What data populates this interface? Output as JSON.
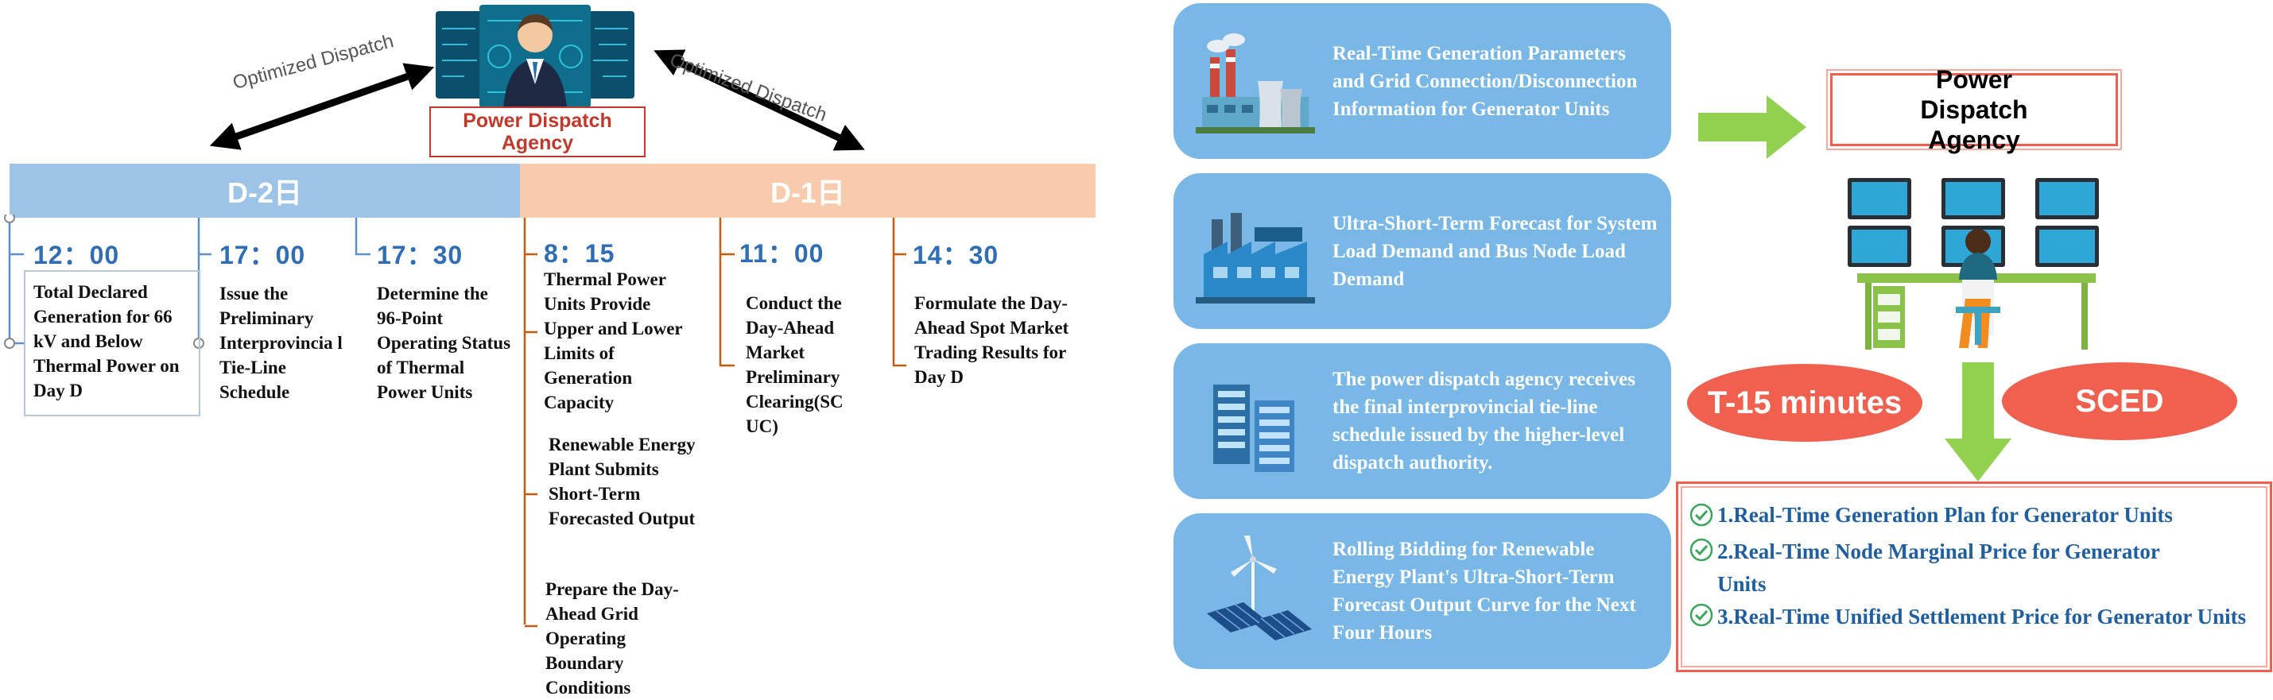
{
  "timeline": {
    "agency_label": "Power Dispatch Agency",
    "optimized_left": "Optimized Dispatch",
    "optimized_right": "Optimized Dispatch",
    "d2_label": "D-2日",
    "d1_label": "D-1日",
    "events": [
      {
        "time": "12：00",
        "desc": "Total Declared Generation for 66 kV and Below Thermal Power on Day D"
      },
      {
        "time": "17：00",
        "desc": "Issue the Preliminary Interprovincia l Tie-Line Schedule"
      },
      {
        "time": "17：30",
        "desc": "Determine the 96-Point Operating Status of Thermal Power Units"
      },
      {
        "time": "8：15",
        "desc": "Thermal Power Units Provide Upper and Lower Limits of Generation Capacity"
      },
      {
        "time": "11：00",
        "desc": "Conduct the Day-Ahead Market Preliminary Clearing(SC UC)"
      },
      {
        "time": "14：30",
        "desc": "Formulate the Day-Ahead Spot Market Trading Results for Day D"
      }
    ],
    "extra_events": [
      "Renewable Energy Plant Submits Short-Term Forecasted Output",
      "Prepare the Day-Ahead Grid Operating Boundary Conditions"
    ]
  },
  "inputs": {
    "cards": [
      {
        "text": "Real-Time Generation Parameters and Grid Connection/Disconnection Information for Generator Units",
        "icon": "power-plant-icon"
      },
      {
        "text": "Ultra-Short-Term Forecast for System Load Demand and Bus Node Load Demand",
        "icon": "factory-icon"
      },
      {
        "text": "The power dispatch agency receives the final interprovincial tie-line schedule issued by the higher-level dispatch authority.",
        "icon": "server-icon"
      },
      {
        "text": "Rolling Bidding for Renewable Energy Plant's Ultra-Short-Term Forecast Output Curve for the Next Four Hours",
        "icon": "renewable-icon"
      }
    ]
  },
  "dispatch": {
    "agency_label": "Power Dispatch Agency",
    "t15": "T-15 minutes",
    "sced": "SCED"
  },
  "results": {
    "items": [
      "1.Real-Time Generation Plan for Generator Units",
      "2.Real-Time Node Marginal Price for Generator Units",
      "3.Real-Time Unified Settlement Price for Generator Units"
    ]
  },
  "colors": {
    "d2_band": "#9DC3E6",
    "d1_band": "#F8CBAD",
    "card": "#79B7E6",
    "time_text": "#2F6DB5",
    "green_arrow": "#92D050",
    "red": "#F0604E",
    "agency_text": "#C0392B"
  }
}
